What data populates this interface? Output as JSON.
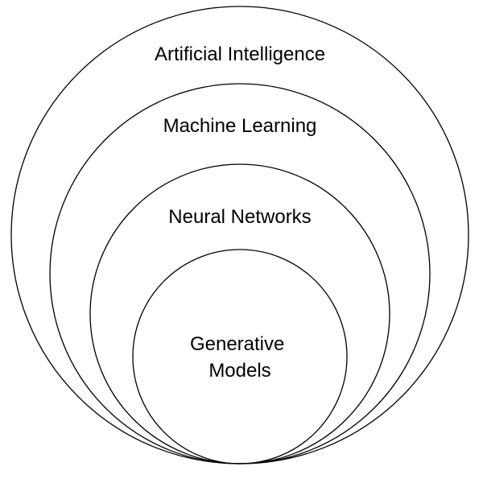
{
  "diagram": {
    "type": "nested-sets",
    "sets": [
      {
        "id": "artificial-intelligence",
        "label_lines": [
          "Artificial Intelligence"
        ]
      },
      {
        "id": "machine-learning",
        "label_lines": [
          "Machine Learning"
        ]
      },
      {
        "id": "neural-networks",
        "label_lines": [
          "Neural Networks"
        ]
      },
      {
        "id": "generative-models",
        "label_lines": [
          "Generative",
          "Models"
        ]
      }
    ],
    "colors": {
      "background": "#ffffff",
      "stroke": "#000000",
      "text": "#000000"
    }
  }
}
